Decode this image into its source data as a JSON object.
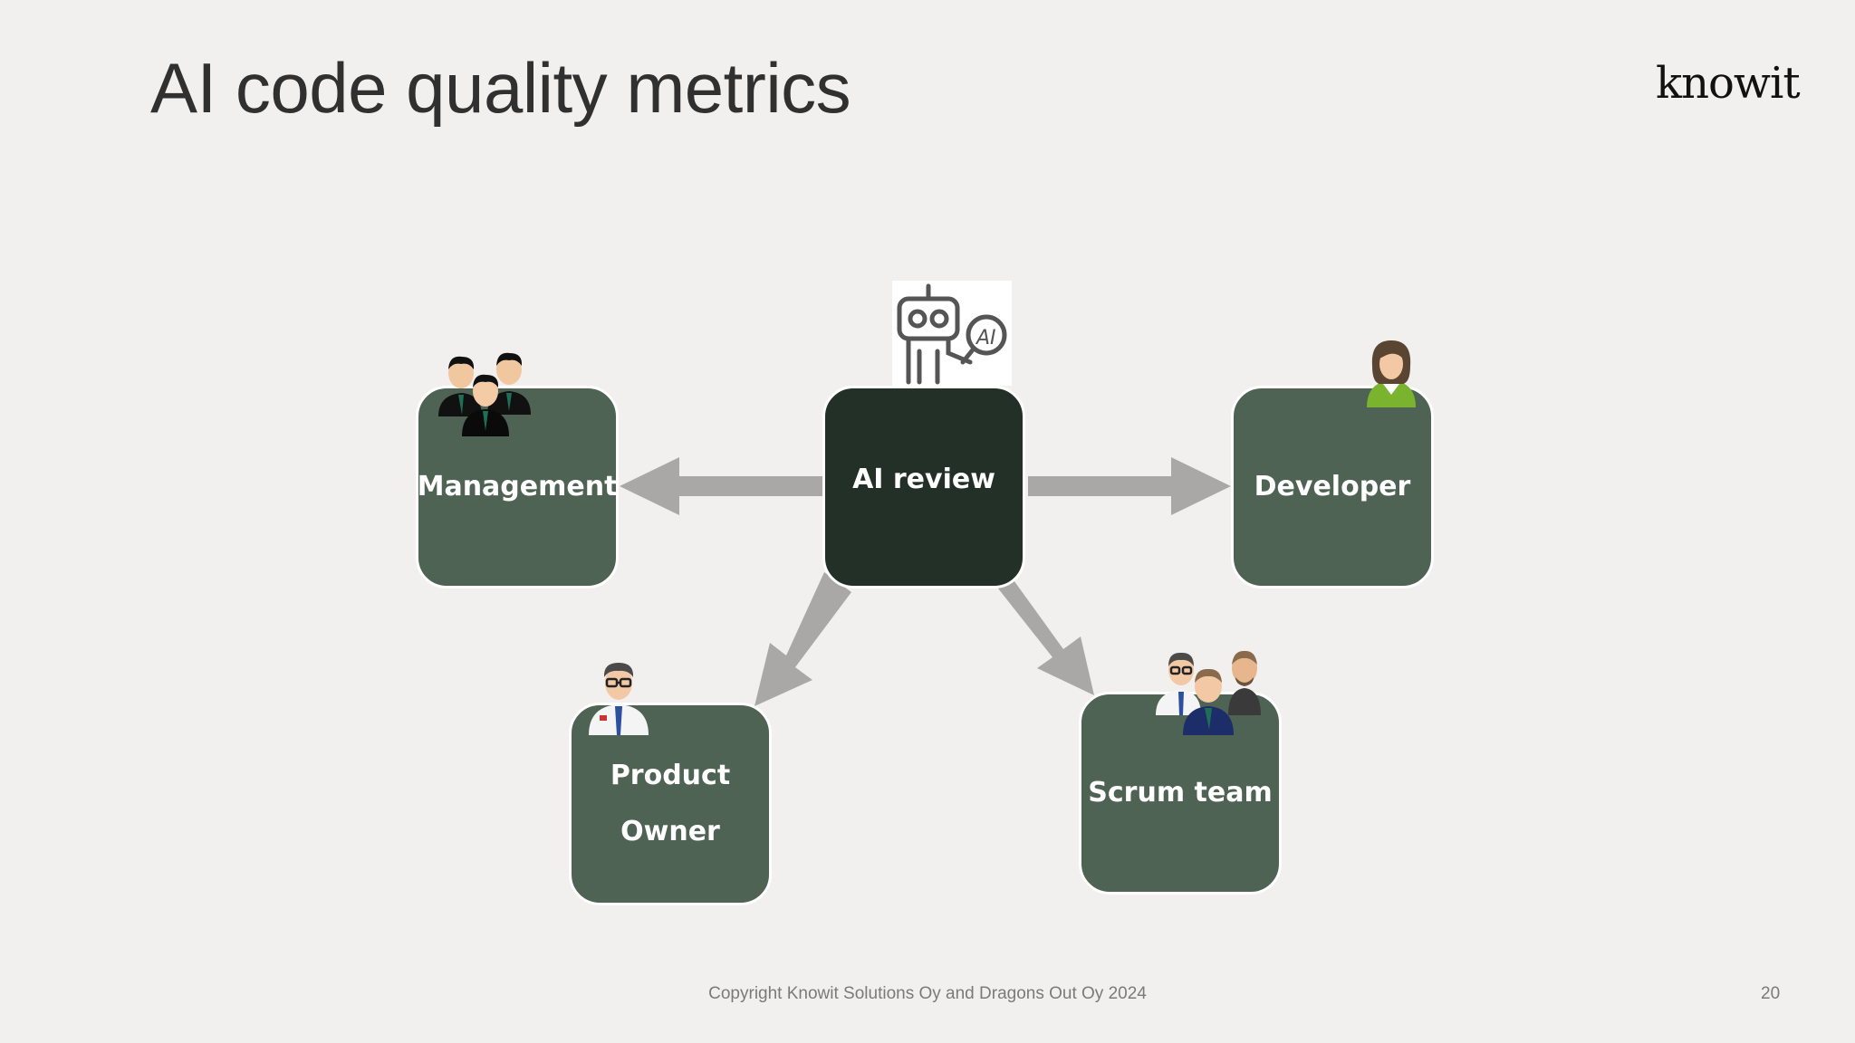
{
  "slide": {
    "title": "AI code quality metrics",
    "logo_text": "knowit",
    "footer": "Copyright Knowit Solutions Oy and Dragons Out Oy 2024",
    "page_number": "20"
  },
  "diagram": {
    "hub": {
      "label": "AI review",
      "icon": "robot-ai-icon"
    },
    "nodes": [
      {
        "id": "management",
        "label": "Management",
        "icon": "business-group-icon"
      },
      {
        "id": "developer",
        "label": "Developer",
        "icon": "woman-user-icon"
      },
      {
        "id": "product-owner",
        "label_line1": "Product",
        "label_line2": "Owner",
        "icon": "man-glasses-icon"
      },
      {
        "id": "scrum-team",
        "label": "Scrum team",
        "icon": "team-group-icon"
      }
    ],
    "edges": [
      {
        "from": "AI review",
        "to": "Management"
      },
      {
        "from": "AI review",
        "to": "Developer"
      },
      {
        "from": "AI review",
        "to": "Product Owner"
      },
      {
        "from": "AI review",
        "to": "Scrum team"
      }
    ],
    "colors": {
      "background": "#f1f0ef",
      "hub_fill": "#233027",
      "node_fill": "#4e6354",
      "arrow": "#aaa8a7"
    }
  }
}
